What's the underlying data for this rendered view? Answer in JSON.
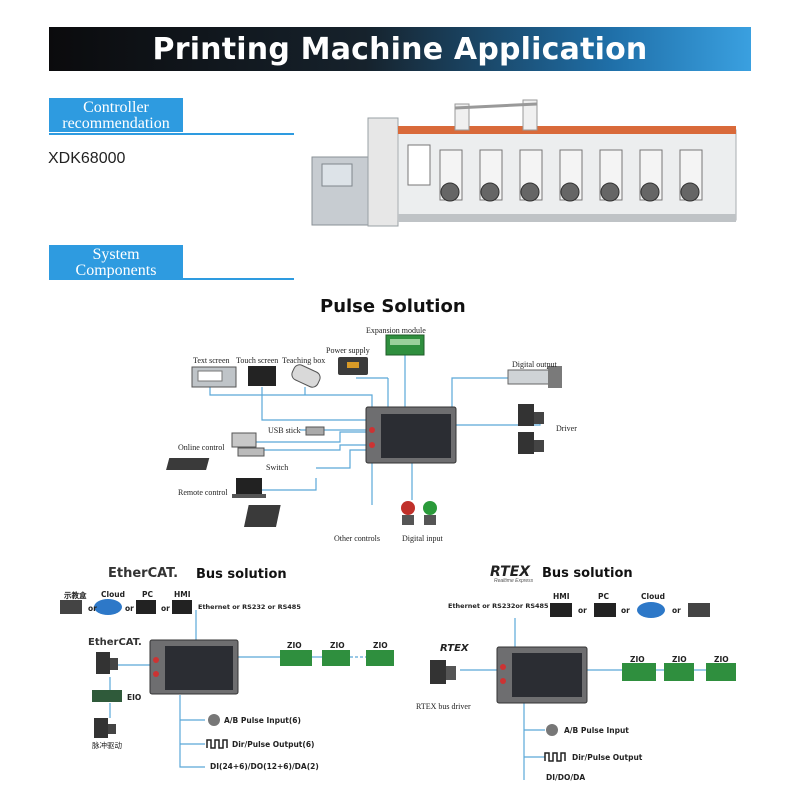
{
  "header": {
    "title": "Printing Machine Application"
  },
  "controller_section": {
    "label_line1": "Controller",
    "label_line2": "recommendation",
    "model": "XDK68000"
  },
  "system_section": {
    "label_line1": "System",
    "label_line2": "Components"
  },
  "pulse": {
    "title": "Pulse Solution",
    "labels": {
      "expansion_module": "Expansion module",
      "power_supply": "Power supply",
      "text_screen": "Text screen",
      "touch_screen": "Touch screen",
      "teaching_box": "Teaching box",
      "digital_output": "Digital output",
      "usb_stick": "USB stick",
      "online_control": "Online control",
      "switch": "Switch",
      "remote_control": "Remote control",
      "driver": "Driver",
      "other_controls": "Other controls",
      "digital_input": "Digital input"
    }
  },
  "ethercat": {
    "brand": "EtherCAT.",
    "title": "Bus solution",
    "devices": [
      "示教盒",
      "Cloud",
      "PC",
      "HMI"
    ],
    "or": "or",
    "conn": "Ethernet or RS232 or RS485",
    "brand2": "EtherCAT.",
    "zio": "ZIO",
    "eio": "EIO",
    "servo": "脉冲驱动",
    "io1": "A/B Pulse Input(6)",
    "io2": "Dir/Pulse Output(6)",
    "io3": "DI(24+6)/DO(12+6)/DA(2)"
  },
  "rtex": {
    "brand": "RTEX",
    "brand_sub": "Realtime Express",
    "title": "Bus solution",
    "devices": [
      "HMI",
      "PC",
      "Cloud"
    ],
    "or": "or",
    "conn": "Ethernet or RS232or RS485",
    "zio": "ZIO",
    "driver": "RTEX bus driver",
    "io1": "A/B Pulse Input",
    "io2": "Dir/Pulse Output",
    "io3": "DI/DO/DA"
  }
}
